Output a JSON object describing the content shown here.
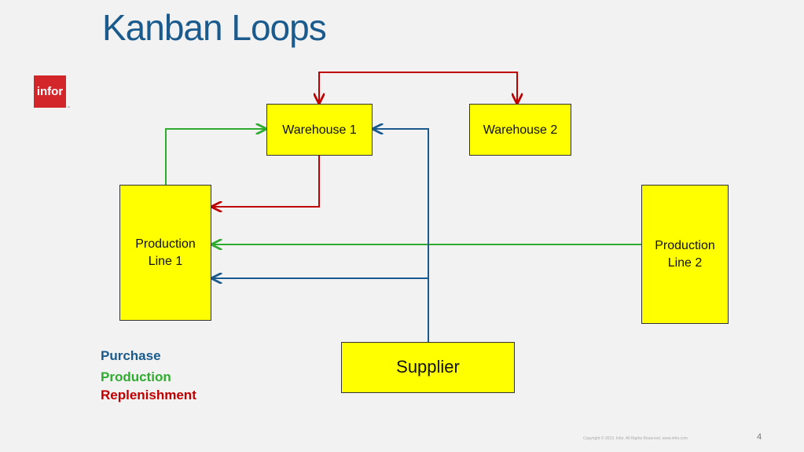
{
  "slide": {
    "title": "Kanban Loops",
    "logo_text": "infor",
    "logo_mark": "™",
    "page_number": "4",
    "copyright": "Copyright © 2015. Infor. All Rights Reserved. www.infor.com"
  },
  "nodes": {
    "warehouse1": "Warehouse 1",
    "warehouse2": "Warehouse 2",
    "production_line1": "Production\nLine 1",
    "production_line2": "Production\nLine 2",
    "supplier": "Supplier"
  },
  "legend": {
    "purchase": "Purchase",
    "production": "Production",
    "replenishment": "Replenishment"
  },
  "colors": {
    "title": "#1a5a8c",
    "box_fill": "#ffff00",
    "purchase": "#1a5a8c",
    "production": "#2fac2f",
    "replenishment": "#c00000",
    "logo": "#d3262b"
  }
}
